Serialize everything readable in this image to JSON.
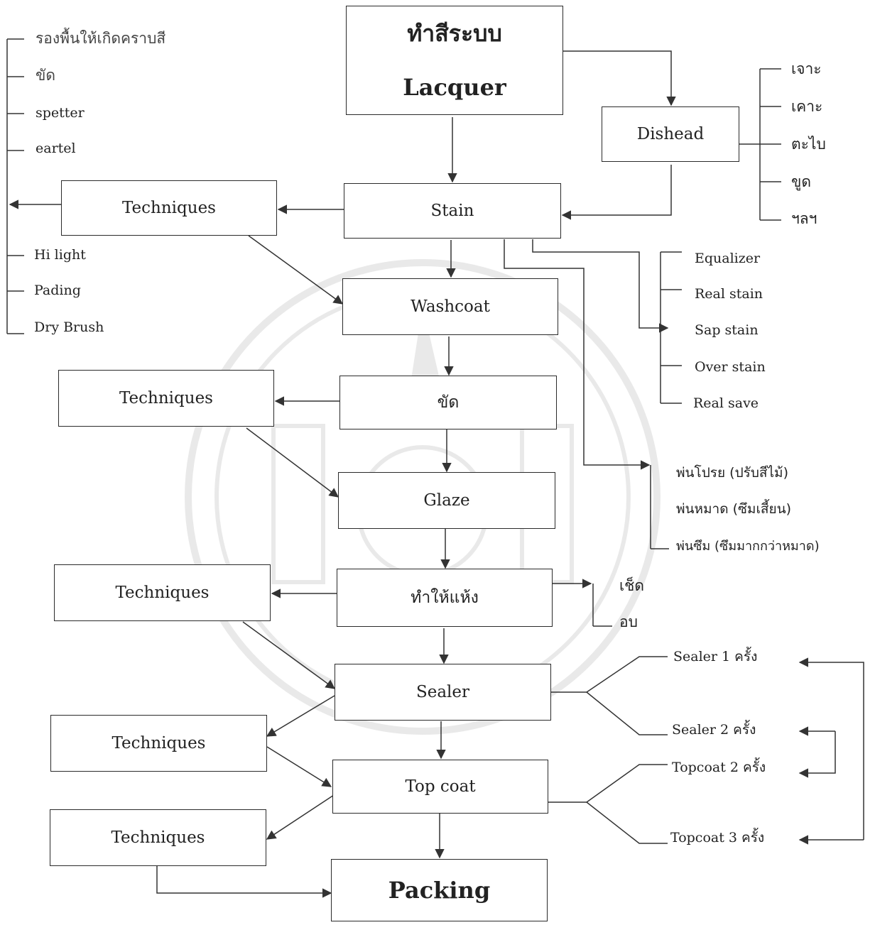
{
  "title": {
    "line1": "ทำสีระบบ",
    "line2": "Lacquer"
  },
  "nodes": {
    "dishead": "Dishead",
    "stain": "Stain",
    "washcoat": "Washcoat",
    "khat": "ขัด",
    "glaze": "Glaze",
    "dry": "ทำให้แห้ง",
    "sealer": "Sealer",
    "topcoat": "Top coat",
    "packing": "Packing"
  },
  "techniques_label": "Techniques",
  "dishead_methods": [
    "เจาะ",
    "เคาะ",
    "ตะไบ",
    "ขูด",
    "ฯลฯ"
  ],
  "technique_list_top": [
    "รองพื้นให้เกิดคราบสี",
    "ขัด",
    "spetter",
    "eartel"
  ],
  "technique_list_bottom": [
    "Hi light",
    "Pading",
    "Dry  Brush"
  ],
  "stain_types": [
    "Equalizer",
    "Real stain",
    "Sap stain",
    "Over stain",
    "Real save"
  ],
  "spray_types": [
    "พ่นโปรย  (ปรับสีไม้)",
    "พ่นหมาด  (ซึมเสี้ยน)",
    "พ่นซึม  (ซึมมากกว่าหมาด)"
  ],
  "dry_methods": [
    "เช็ด",
    "อบ"
  ],
  "coat_options": [
    "Sealer  1  ครั้ง",
    "Sealer  2  ครั้ง",
    "Topcoat  2  ครั้ง",
    "Topcoat  3  ครั้ง"
  ]
}
